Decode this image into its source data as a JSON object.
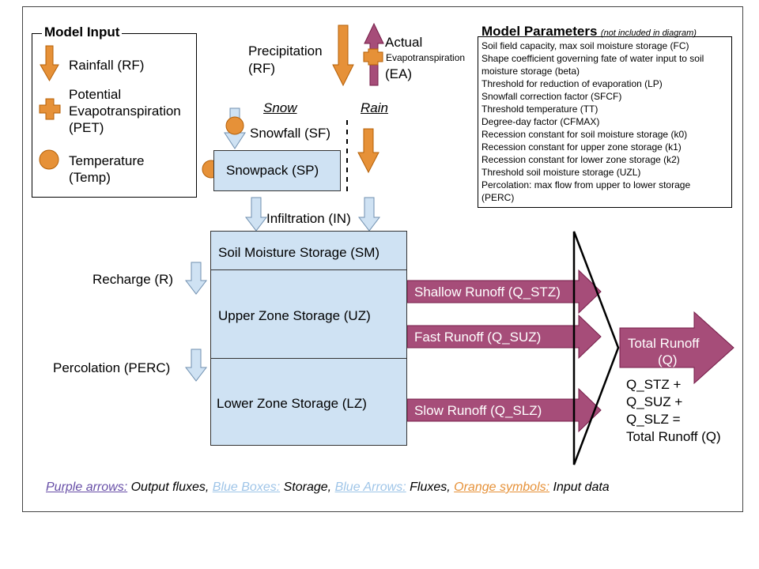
{
  "model_input": {
    "title": "Model Input",
    "rainfall": "Rainfall (RF)",
    "pet_line1": "Potential",
    "pet_line2": "Evapotranspiration",
    "pet_line3": "(PET)",
    "temp_line1": "Temperature",
    "temp_line2": "(Temp)"
  },
  "precip": {
    "line1": "Precipitation",
    "line2": "(RF)"
  },
  "actual_et": {
    "line1": "Actual",
    "line2": "Evapotranspiration",
    "line3": "(EA)"
  },
  "snow_label": "Snow",
  "rain_label": "Rain",
  "snowfall": "Snowfall (SF)",
  "snowpack": "Snowpack (SP)",
  "infiltration": "Infiltration (IN)",
  "soil_moisture": "Soil Moisture Storage (SM)",
  "upper_zone": "Upper Zone Storage (UZ)",
  "lower_zone": "Lower Zone Storage (LZ)",
  "recharge": "Recharge (R)",
  "percolation": "Percolation (PERC)",
  "shallow_runoff": "Shallow Runoff (Q_STZ)",
  "fast_runoff": "Fast Runoff (Q_SUZ)",
  "slow_runoff": "Slow Runoff (Q_SLZ)",
  "total_runoff": {
    "line1": "Total Runoff",
    "line2": "(Q)"
  },
  "equation": [
    "Q_STZ +",
    "Q_SUZ +",
    "Q_SLZ =",
    "Total Runoff (Q)"
  ],
  "model_parameters": {
    "title": "Model Parameters",
    "note": "(not included in diagram)",
    "lines": [
      "Soil field capacity, max soil moisture storage (FC)",
      "Shape coefficient governing fate of water input to soil",
      "moisture storage (beta)",
      "Threshold for reduction of evaporation (LP)",
      "Snowfall correction factor (SFCF)",
      "Threshold temperature (TT)",
      "Degree-day factor (CFMAX)",
      "Recession constant for soil moisture storage (k0)",
      "Recession constant for upper zone storage (k1)",
      "Recession constant for lower zone storage (k2)",
      "Threshold soil moisture storage (UZL)",
      "Percolation: max flow from upper to lower storage",
      "(PERC)"
    ]
  },
  "legend": {
    "purple_key": "Purple arrows:",
    "purple_val": " Output fluxes,",
    "boxes_key": "Blue Boxes:",
    "boxes_val": " Storage,",
    "arrows_key": "Blue Arrows:",
    "arrows_val": " Fluxes,",
    "orange_key": "Orange symbols:",
    "orange_val": " Input data"
  },
  "colors": {
    "orange": "#e69138",
    "purple": "#a64d79",
    "light_blue": "#cfe2f3",
    "legend_purple": "#674ea7",
    "legend_blue": "#9fc5e8",
    "legend_orange": "#e69138"
  },
  "icons": [
    "down-arrow-icon",
    "plus-icon",
    "circle-icon",
    "up-arrow-icon"
  ]
}
